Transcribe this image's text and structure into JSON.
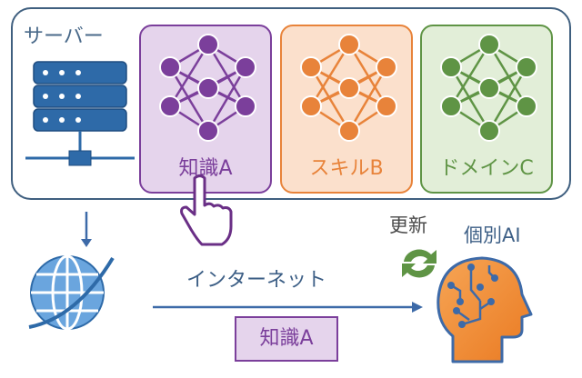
{
  "server": {
    "title": "サーバー"
  },
  "cards": [
    {
      "label": "知識A",
      "color": "#7b3f9b"
    },
    {
      "label": "スキルB",
      "color": "#e8833a"
    },
    {
      "label": "ドメインC",
      "color": "#5f9445"
    }
  ],
  "network": {
    "label": "インターネット",
    "packet_label": "知識A"
  },
  "update": {
    "label": "更新"
  },
  "personal_ai": {
    "label": "個別AI"
  }
}
